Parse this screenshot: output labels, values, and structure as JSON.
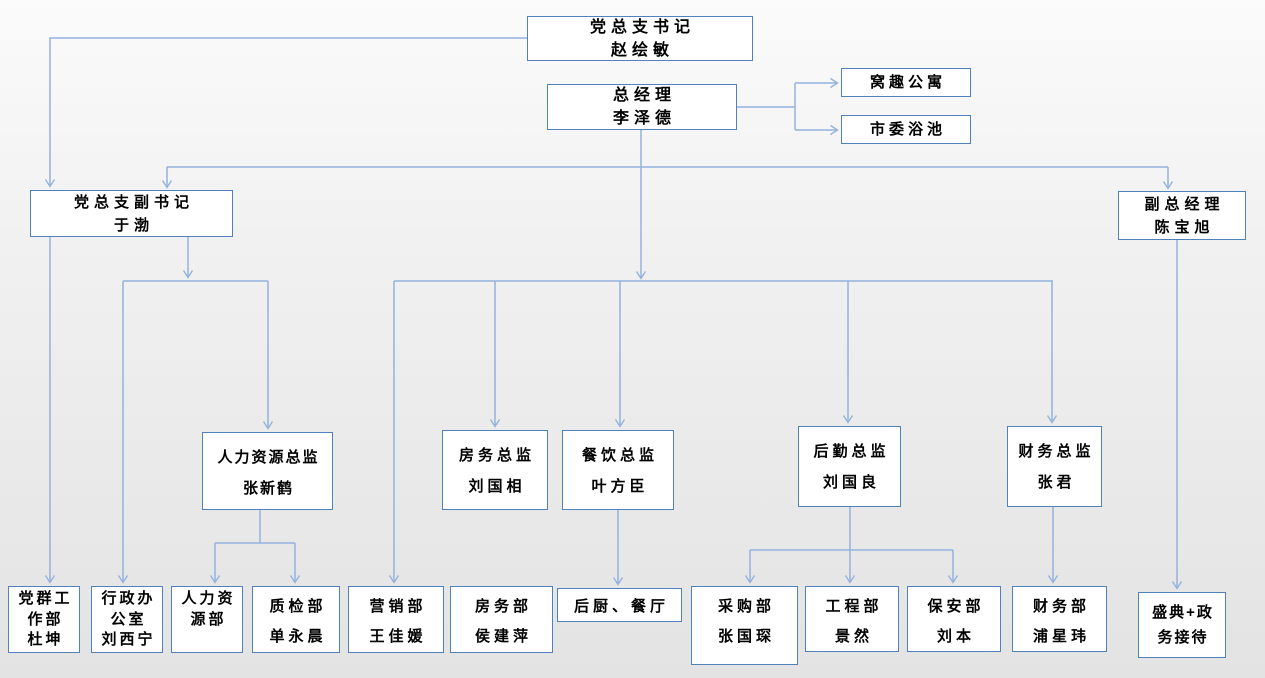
{
  "colors": {
    "box_border": "#4f81bd",
    "connector": "#94b2dd",
    "text": "#000000",
    "box_fill": "#ffffff"
  },
  "nodes": {
    "party_secretary": {
      "lines": [
        "党总支书记",
        "赵绘敏"
      ]
    },
    "general_manager": {
      "lines": [
        "总经理",
        "李泽德"
      ]
    },
    "wochu_apartment": {
      "lines": [
        "窝趣公寓"
      ]
    },
    "shiwei_bath": {
      "lines": [
        "市委浴池"
      ]
    },
    "deputy_party_secretary": {
      "lines": [
        "党总支副书记",
        "于渤"
      ]
    },
    "deputy_general_manager": {
      "lines": [
        "副总经理",
        "陈宝旭"
      ]
    },
    "hr_director": {
      "lines": [
        "人力资源总监",
        "张新鹤"
      ]
    },
    "housekeeping_director": {
      "lines": [
        "房务总监",
        "刘国相"
      ]
    },
    "fnb_director": {
      "lines": [
        "餐饮总监",
        "叶方臣"
      ]
    },
    "logistics_director": {
      "lines": [
        "后勤总监",
        "刘国良"
      ]
    },
    "finance_director": {
      "lines": [
        "财务总监",
        "张君"
      ]
    },
    "party_mass_dept": {
      "lines": [
        "党群工",
        "作部",
        "杜坤"
      ]
    },
    "admin_office": {
      "lines": [
        "行政办",
        "公室",
        "刘西宁"
      ]
    },
    "hr_dept": {
      "lines": [
        "人力资",
        "源部"
      ]
    },
    "qc_dept": {
      "lines": [
        "质检部",
        "单永晨"
      ]
    },
    "marketing_dept": {
      "lines": [
        "营销部",
        "王佳媛"
      ]
    },
    "housekeeping_dept": {
      "lines": [
        "房务部",
        "侯建萍"
      ]
    },
    "kitchen_dining": {
      "lines": [
        "后厨、餐厅"
      ]
    },
    "purchasing_dept": {
      "lines": [
        "采购部",
        "张国琛"
      ]
    },
    "engineering_dept": {
      "lines": [
        "工程部",
        "景然"
      ]
    },
    "security_dept": {
      "lines": [
        "保安部",
        "刘本"
      ]
    },
    "finance_dept": {
      "lines": [
        "财务部",
        "浦星玮"
      ]
    },
    "ceremony_reception": {
      "lines": [
        "盛典+政",
        "务接待"
      ]
    }
  }
}
